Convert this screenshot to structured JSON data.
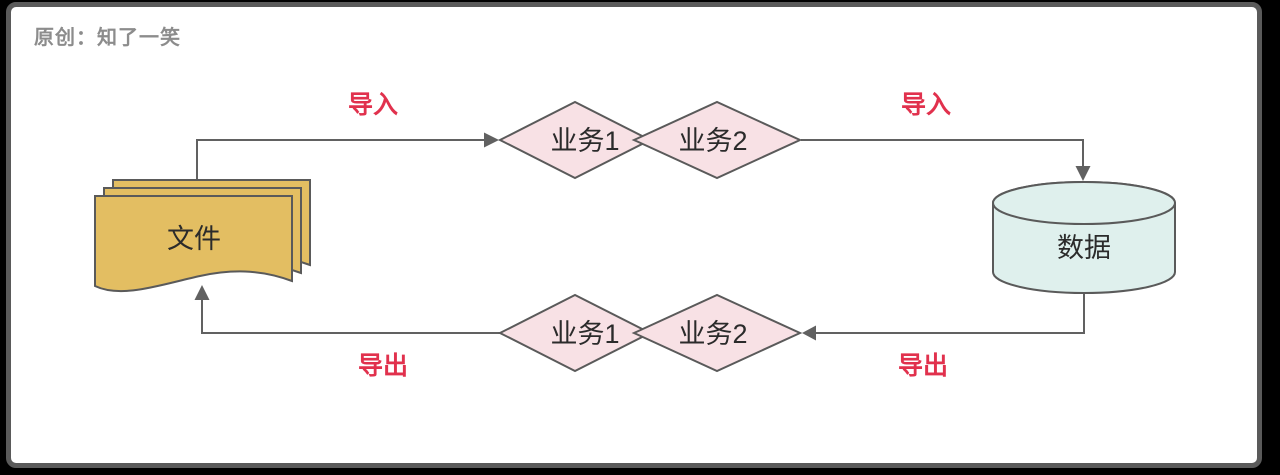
{
  "byline": "原创：知了一笑",
  "colors": {
    "document_fill": "#E3BE62",
    "diamond_fill": "#F8E1E5",
    "cylinder_fill": "#DFF0ED",
    "flow_label": "#E1314D",
    "connector": "#616161",
    "byline_text": "#8C8C8C",
    "node_text": "#2B2B2B"
  },
  "diagram": {
    "file_node": {
      "label": "文件"
    },
    "database_node": {
      "label": "数据"
    },
    "import_flow": {
      "label_left": "导入",
      "label_right": "导入",
      "steps": [
        "业务1",
        "业务2"
      ]
    },
    "export_flow": {
      "label_left": "导出",
      "label_right": "导出",
      "steps": [
        "业务1",
        "业务2"
      ]
    }
  }
}
